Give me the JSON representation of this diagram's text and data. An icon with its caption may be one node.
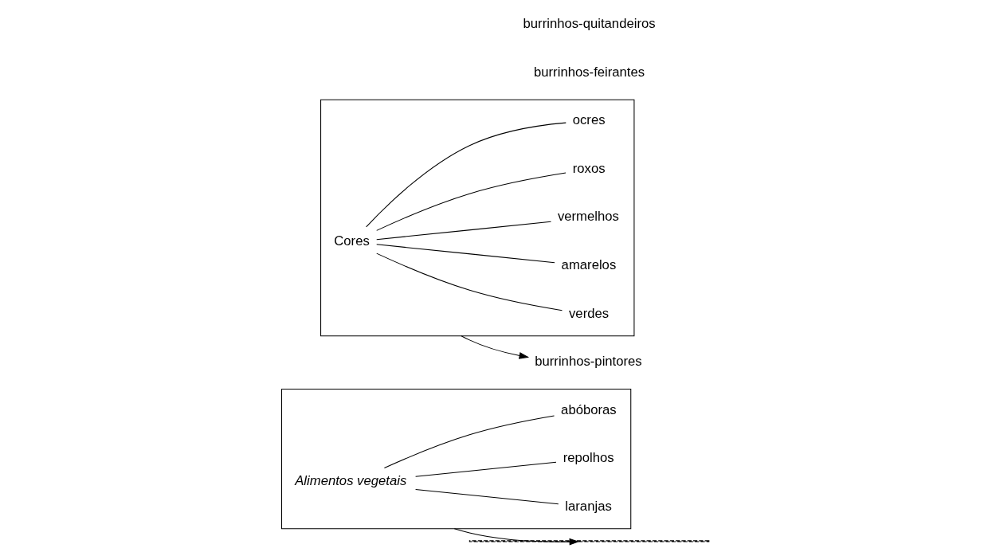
{
  "diagram": {
    "nodes": [
      {
        "text": [],
        "shape": "box"
      },
      {
        "text": [
          "Alimentos vegetais"
        ],
        "in": 0
      },
      {
        "text": [
          "laranjas"
        ],
        "in": 0
      },
      {
        "text": [
          "repolhos"
        ],
        "in": 0
      },
      {
        "text": [
          "abóboras"
        ],
        "in": 0
      },
      {
        "text": [],
        "shape": "line"
      },
      {
        "text": [],
        "shape": "box"
      },
      {
        "text": [
          "Cores"
        ],
        "in": 6
      },
      {
        "text": [
          "verdes"
        ],
        "in": 6
      },
      {
        "text": [
          "amarelos"
        ],
        "in": 6
      },
      {
        "text": [
          "vermelhos"
        ],
        "in": 6
      },
      {
        "text": [
          "roxos"
        ],
        "in": 6
      },
      {
        "text": [
          "ocres"
        ],
        "in": 6
      },
      {
        "text": [
          "burrinhos-pintores"
        ]
      }
    ],
    "edges": [
      {
        "from": 1,
        "to": 2,
        "arrow": "none"
      },
      {
        "from": 1,
        "to": 3,
        "arrow": "none"
      },
      {
        "from": 1,
        "to": 4,
        "arrow": "none"
      },
      {
        "from": 0,
        "to": 5,
        "arrow": "to"
      },
      {
        "from": 7,
        "to": 8,
        "arrow": "none"
      },
      {
        "from": 7,
        "to": 9,
        "arrow": "none"
      },
      {
        "from": 7,
        "to": 10,
        "arrow": "none"
      },
      {
        "from": 7,
        "to": 11,
        "arrow": "none"
      },
      {
        "from": 7,
        "to": 12,
        "arrow": "none"
      },
      {
        "from": 6,
        "to": 13,
        "arrow": "to"
      }
    ],
    "labels": [
      "burrinhos-feirantes",
      "burrinhos-quitandeiros"
    ]
  }
}
